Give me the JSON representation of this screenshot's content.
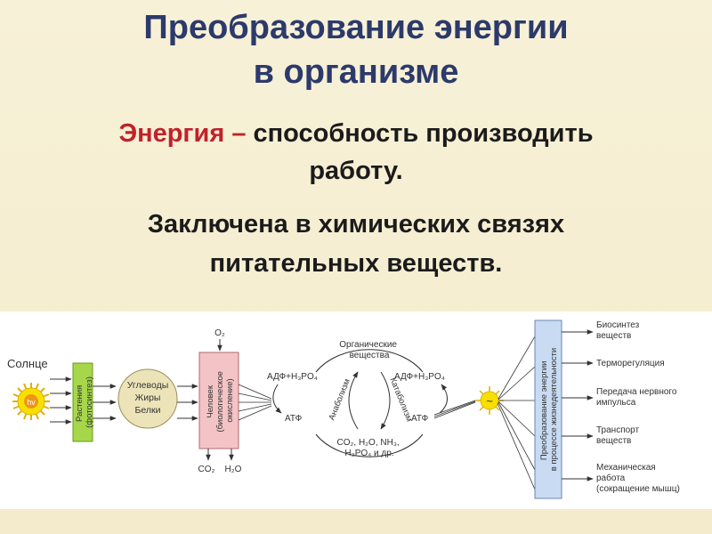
{
  "slide": {
    "title_line1": "Преобразование энергии",
    "title_line2": "в организме",
    "definition_term": "Энергия –",
    "definition_rest": "способность производить",
    "definition_line2": "работу.",
    "stored_line1": "Заключена в химических связях",
    "stored_line2": "питательных веществ."
  },
  "diagram": {
    "sun_label": "Солнце",
    "hv": "hv",
    "plants_line1": "Растения",
    "plants_line2": "(фотосинтез)",
    "nutrients": [
      "Углеводы",
      "Жиры",
      "Белки"
    ],
    "o2": "O₂",
    "human_line1": "Человек",
    "human_line2": "(биологическое",
    "human_line3": "окисление)",
    "co2": "CO₂",
    "h2o": "H₂O",
    "adp_left": "АДФ+H₃PO₄",
    "adp_right": "АДФ+H₃PO₄",
    "atp_left": "АТФ",
    "atp_right": "АТФ",
    "organic_line1": "Органические",
    "organic_line2": "вещества",
    "anabolism": "Анаболизм",
    "catabolism": "Катаболизм",
    "products_line1": "CO₂, H₂O, NH₃,",
    "products_line2": "H₃PO₄ и др.",
    "wave": "~",
    "transform_line1": "Преобразование энергии",
    "transform_line2": "в процессе жизнедеятельности",
    "outputs": [
      [
        "Биосинтез",
        "веществ"
      ],
      [
        "Терморегуляция"
      ],
      [
        "Передача нервного",
        "импульса"
      ],
      [
        "Транспорт",
        "веществ"
      ],
      [
        "Механическая",
        "работа",
        "(сокращение мышц)"
      ]
    ],
    "colors": {
      "plants_box": "#a6d74a",
      "human_box": "#f3c3c6",
      "transform_box": "#c8dbf3",
      "nutrient_circle": "#ece4b8",
      "sun": "#f7e000",
      "hv_circle": "#f09418",
      "title": "#2c3a6b",
      "accent_red": "#c0222a"
    }
  }
}
